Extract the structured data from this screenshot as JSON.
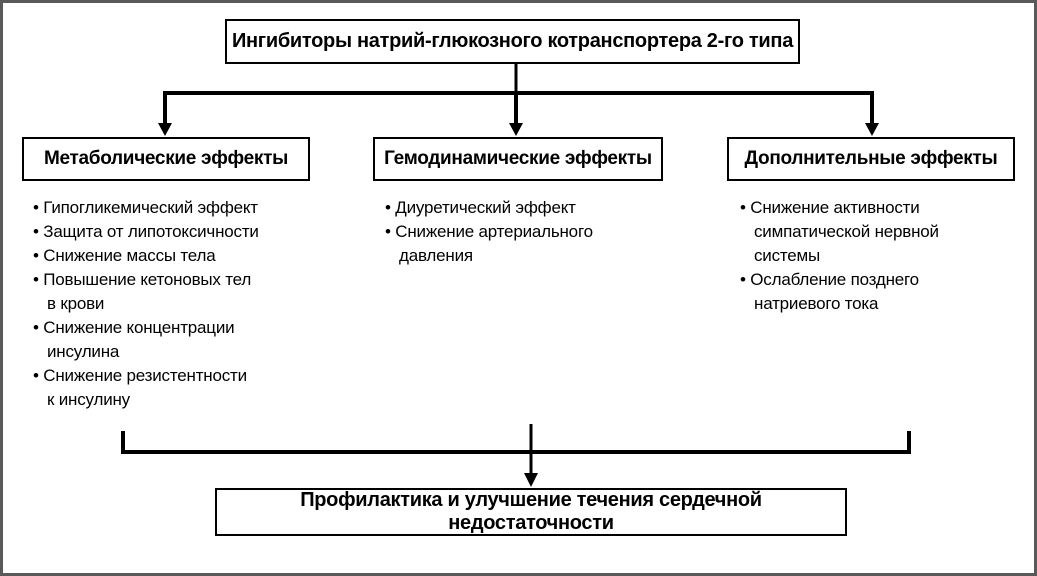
{
  "diagram": {
    "root_label": "Ингибиторы натрий-глюкозного котранспортера 2-го типа",
    "branches": [
      {
        "title": "Метаболические эффекты",
        "items": [
          "Гипогликемический эффект",
          "Защита от липотоксичности",
          "Снижение массы тела",
          "Повышение кетоновых тел в крови",
          "Снижение концентрации инсулина",
          "Снижение резистентности к инсулину"
        ]
      },
      {
        "title": "Гемодинамические эффекты",
        "items": [
          "Диуретический эффект",
          "Снижение артериального давления"
        ]
      },
      {
        "title": "Дополнительные эффекты",
        "items": [
          "Снижение активности симпатической нервной системы",
          "Ослабление позднего натриевого тока"
        ]
      }
    ],
    "outcome_label": "Профилактика и улучшение течения сердечной недостаточности",
    "colors": {
      "line": "#000000",
      "box_border": "#000000",
      "frame_border": "#595959",
      "background": "#ffffff",
      "text": "#000000"
    }
  }
}
